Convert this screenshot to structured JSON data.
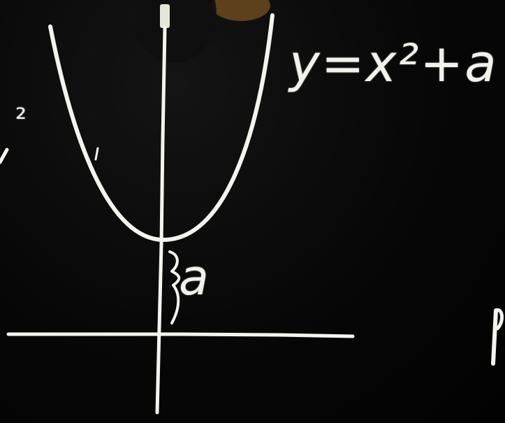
{
  "board": {
    "equation": "y=x²+a",
    "offset_label": "a",
    "partial_left": "²",
    "colors": {
      "background": "#050505",
      "chalk": "#f4f4ef",
      "hand": "#6b4a1e"
    }
  }
}
